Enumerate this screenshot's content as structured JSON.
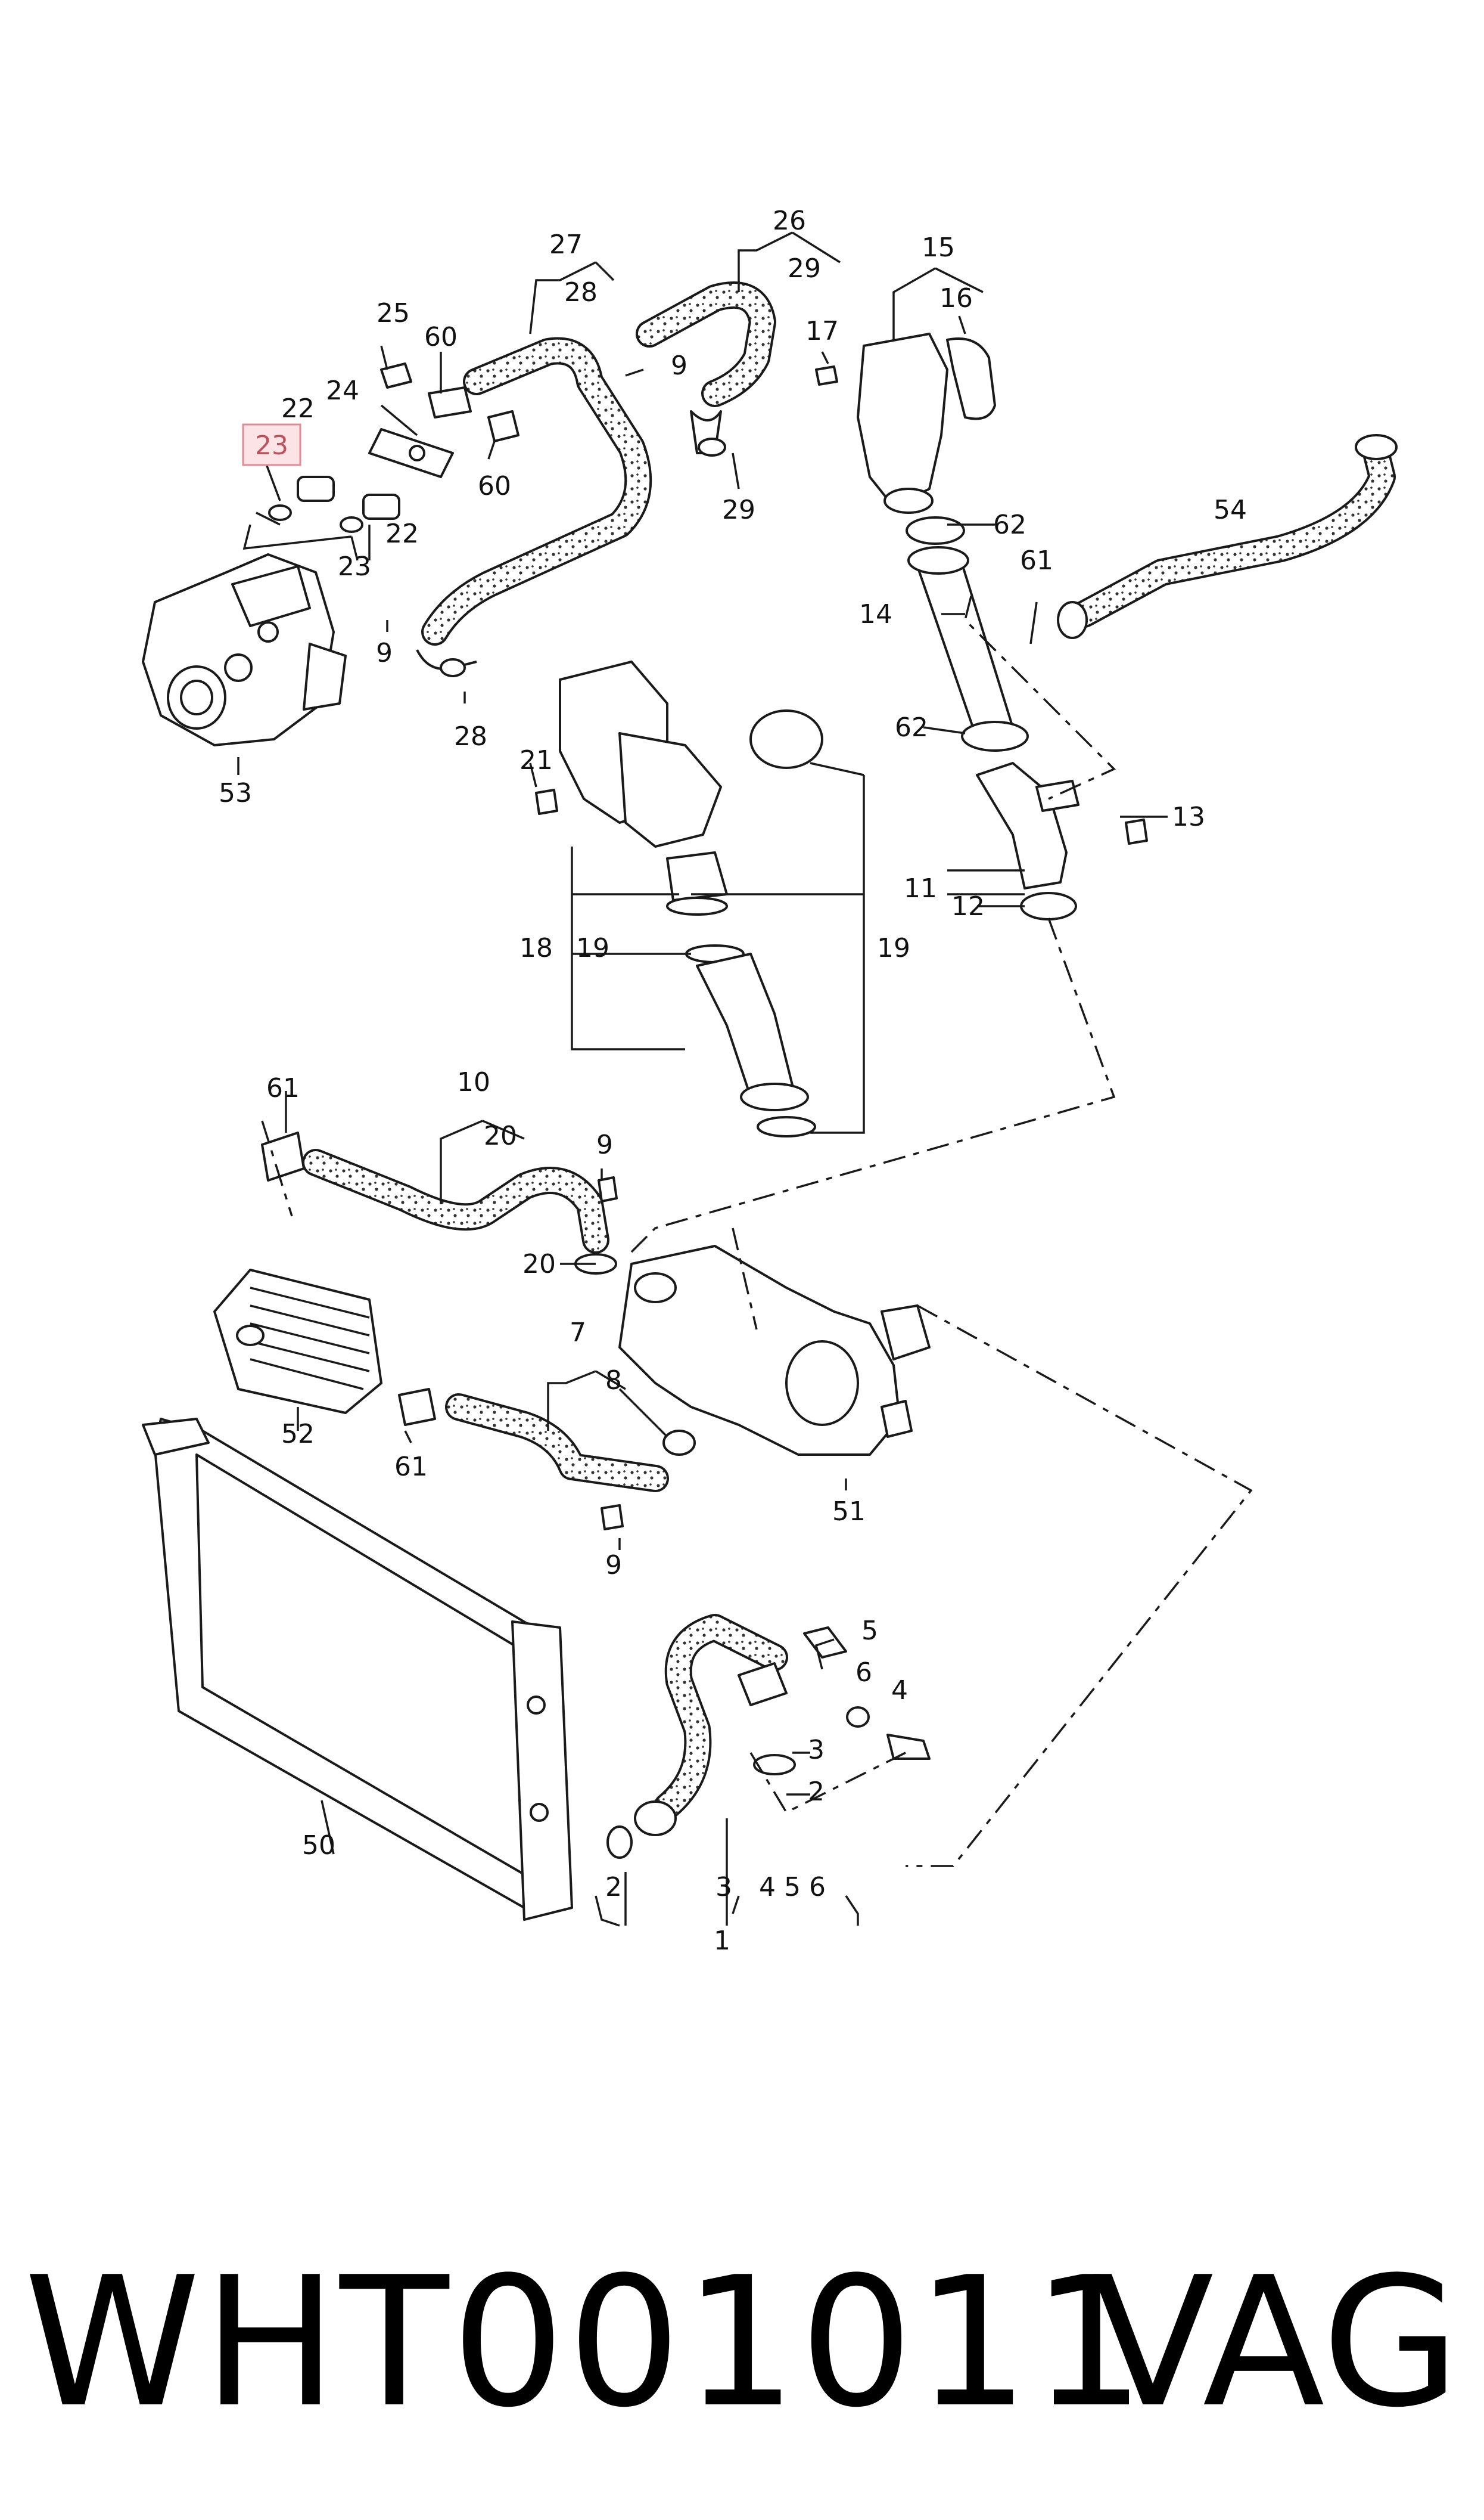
{
  "highlighted_part": "23",
  "callouts": {
    "c1": "1",
    "c2a": "2",
    "c2b": "2",
    "c3a": "3",
    "c3b": "3",
    "c4a": "4",
    "c456": "4 5 6",
    "c5": "5",
    "c6": "6",
    "c7": "7",
    "c8": "8",
    "c9a": "9",
    "c9b": "9",
    "c9c": "9",
    "c9d": "9",
    "c10": "10",
    "c11": "11",
    "c12": "12",
    "c13": "13",
    "c14": "14",
    "c15": "15",
    "c16": "16",
    "c17": "17",
    "c18": "18",
    "c19a": "19",
    "c19b": "19",
    "c20a": "20",
    "c20b": "20",
    "c21": "21",
    "c22a": "22",
    "c22b": "22",
    "c23a": "23",
    "c23b": "23",
    "c24": "24",
    "c25": "25",
    "c26": "26",
    "c27": "27",
    "c28a": "28",
    "c28b": "28",
    "c29a": "29",
    "c29b": "29",
    "c50": "50",
    "c51": "51",
    "c52": "52",
    "c53": "53",
    "c54": "54",
    "c60a": "60",
    "c60b": "60",
    "c61a": "61",
    "c61b": "61",
    "c61c": "61",
    "c62a": "62",
    "c62b": "62"
  },
  "footer": {
    "part_number": "WHT001011",
    "brand": "VAG"
  }
}
